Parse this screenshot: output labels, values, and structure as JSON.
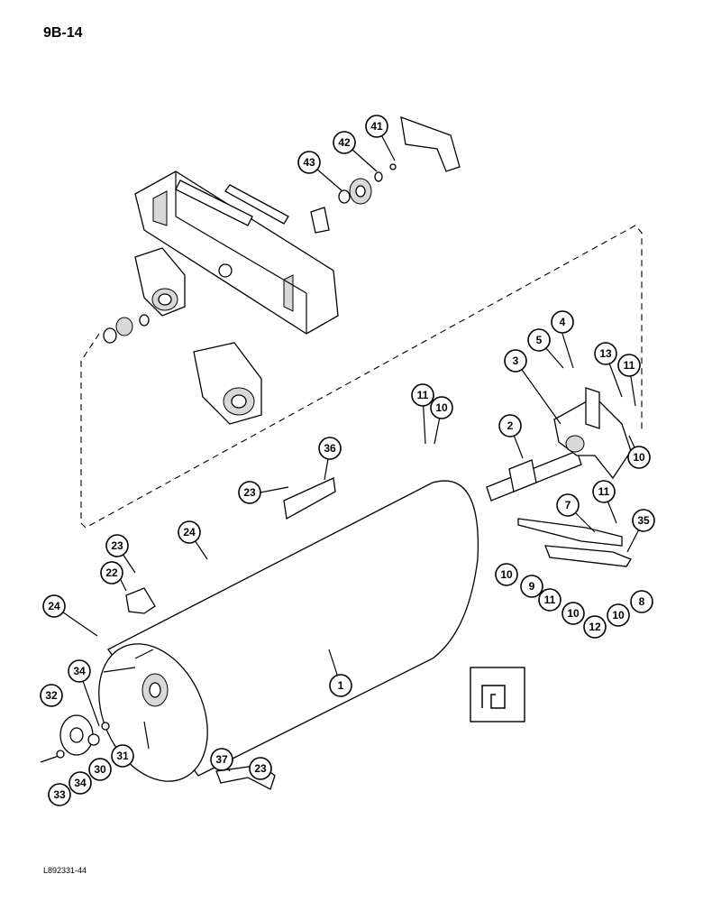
{
  "header": {
    "page_number": "9B-14"
  },
  "footer": {
    "figure_code": "L892331-44"
  },
  "callouts": [
    {
      "id": "c43",
      "label": "43"
    },
    {
      "id": "c42",
      "label": "42"
    },
    {
      "id": "c41",
      "label": "41"
    },
    {
      "id": "c4",
      "label": "4"
    },
    {
      "id": "c5",
      "label": "5"
    },
    {
      "id": "c3",
      "label": "3"
    },
    {
      "id": "c13",
      "label": "13"
    },
    {
      "id": "c11a",
      "label": "11"
    },
    {
      "id": "c11b",
      "label": "11"
    },
    {
      "id": "c10a",
      "label": "10"
    },
    {
      "id": "c2",
      "label": "2"
    },
    {
      "id": "c10b",
      "label": "10"
    },
    {
      "id": "c36",
      "label": "36"
    },
    {
      "id": "c23a",
      "label": "23"
    },
    {
      "id": "c24a",
      "label": "24"
    },
    {
      "id": "c23b",
      "label": "23"
    },
    {
      "id": "c22",
      "label": "22"
    },
    {
      "id": "c24b",
      "label": "24"
    },
    {
      "id": "c7",
      "label": "7"
    },
    {
      "id": "c11c",
      "label": "11"
    },
    {
      "id": "c35",
      "label": "35"
    },
    {
      "id": "c10c",
      "label": "10"
    },
    {
      "id": "c9",
      "label": "9"
    },
    {
      "id": "c11d",
      "label": "11"
    },
    {
      "id": "c10d",
      "label": "10"
    },
    {
      "id": "c12",
      "label": "12"
    },
    {
      "id": "c10e",
      "label": "10"
    },
    {
      "id": "c8",
      "label": "8"
    },
    {
      "id": "c1",
      "label": "1"
    },
    {
      "id": "c32",
      "label": "32"
    },
    {
      "id": "c34a",
      "label": "34"
    },
    {
      "id": "c31",
      "label": "31"
    },
    {
      "id": "c30",
      "label": "30"
    },
    {
      "id": "c34b",
      "label": "34"
    },
    {
      "id": "c33",
      "label": "33"
    },
    {
      "id": "c37",
      "label": "37"
    },
    {
      "id": "c23c",
      "label": "23"
    }
  ]
}
